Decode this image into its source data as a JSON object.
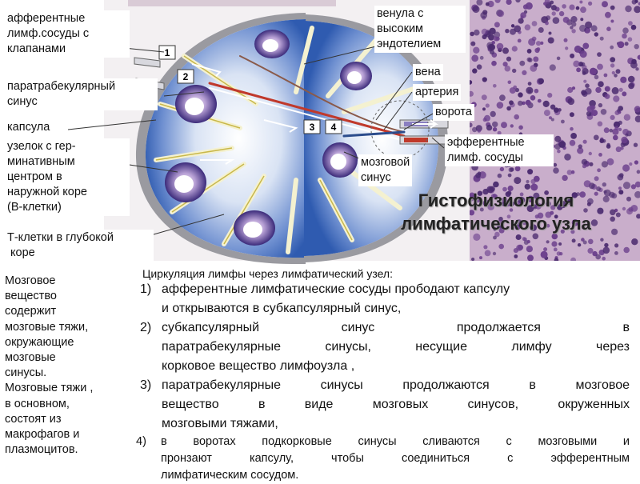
{
  "labels": {
    "afferent": [
      "афферентные",
      "лимф.сосуды с",
      "клапанами"
    ],
    "paratrabecular": [
      "паратрабекулярный",
      "синус"
    ],
    "capsule": "капсула",
    "nodule": [
      "узелок с гер-",
      "минативным",
      "центром в",
      "наружной коре",
      "(В-клетки)"
    ],
    "tcells": [
      "Т-клетки в глубокой",
      " коре"
    ],
    "venule": [
      "венула с",
      "высоким",
      "эндотелием"
    ],
    "vein": "вена",
    "artery": "артерия",
    "hilum": "ворота",
    "efferent": [
      "эфферентные",
      "лимф. сосуды"
    ],
    "medullary_sinus": [
      "мозговой",
      "синус"
    ]
  },
  "diagram_numbers": [
    "1",
    "2",
    "3",
    "4"
  ],
  "title": [
    "Гистофизиология",
    "лимфатического узла"
  ],
  "circulation": {
    "heading": "Циркуляция лимфы через лимфатический узел:",
    "steps": [
      {
        "n": "1)",
        "lines": [
          "афферентные лимфатические сосуды прободают капсулу",
          "и открываются в субкапсулярный синус,"
        ]
      },
      {
        "n": "2)",
        "lines": [
          "субкапсулярный синус продолжается в",
          "паратрабекулярные синусы, несущие лимфу через",
          "корковое вещество лимфоузла ,"
        ]
      },
      {
        "n": "3)",
        "lines": [
          "паратрабекулярные синусы продолжаются в мозговое",
          "вещество в виде мозговых синусов, окруженных",
          "мозговыми тяжами,"
        ]
      },
      {
        "n": "4)",
        "lines": [
          "в воротах подкорковые синусы сливаются с мозговыми и",
          "пронзают капсулу, чтобы соединиться с  эфферентным",
          "лимфатическим сосудом."
        ]
      }
    ]
  },
  "medulla_text": [
    "Мозговое",
    "вещество",
    "содержит",
    "мозговые тяжи,",
    "окружающие",
    "мозговые",
    "синусы.",
    "Мозговые тяжи ,",
    "в основном,",
    "состоят из",
    "макрофагов и",
    "плазмоцитов."
  ],
  "colors": {
    "capsule_wall": "#9a9aa0",
    "cortex_blue": "#2f5bb0",
    "follicle": "#3b2a7a",
    "artery": "#c0392b",
    "histology": "#c7a9c9"
  }
}
